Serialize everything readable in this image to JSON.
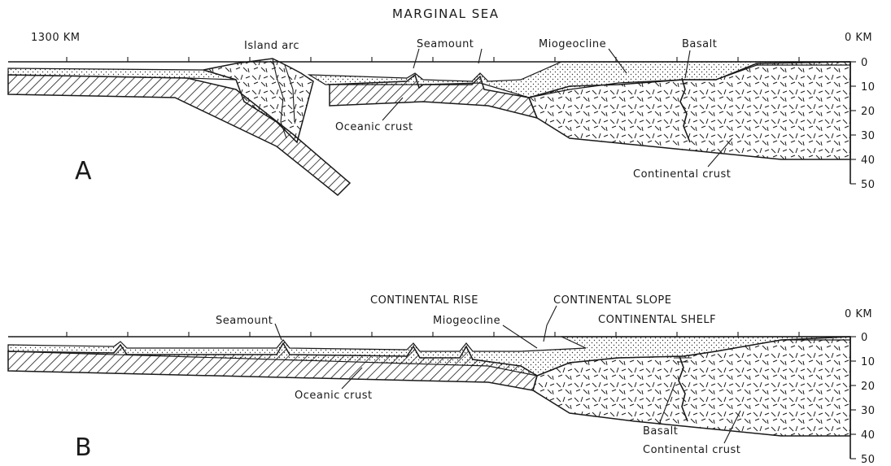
{
  "panel_a": {
    "title": "MARGINAL SEA",
    "letter": "A",
    "distance_label": "1300 KM",
    "zero_km_label": "0 KM",
    "depth_ticks": [
      "0",
      "10",
      "20",
      "30",
      "40",
      "50"
    ],
    "labels": {
      "island_arc": "Island arc",
      "seamount": "Seamount",
      "miogeocline": "Miogeocline",
      "basalt": "Basalt",
      "oceanic_crust": "Oceanic crust",
      "continental_crust": "Continental crust"
    }
  },
  "panel_b": {
    "letter": "B",
    "zero_km_label": "0 KM",
    "depth_ticks": [
      "0",
      "10",
      "20",
      "30",
      "40",
      "50"
    ],
    "labels": {
      "continental_rise": "CONTINENTAL RISE",
      "continental_slope": "CONTINENTAL SLOPE",
      "continental_shelf": "CONTINENTAL SHELF",
      "seamount": "Seamount",
      "miogeocline": "Miogeocline",
      "oceanic_crust": "Oceanic crust",
      "basalt": "Basalt",
      "continental_crust": "Continental crust"
    }
  }
}
